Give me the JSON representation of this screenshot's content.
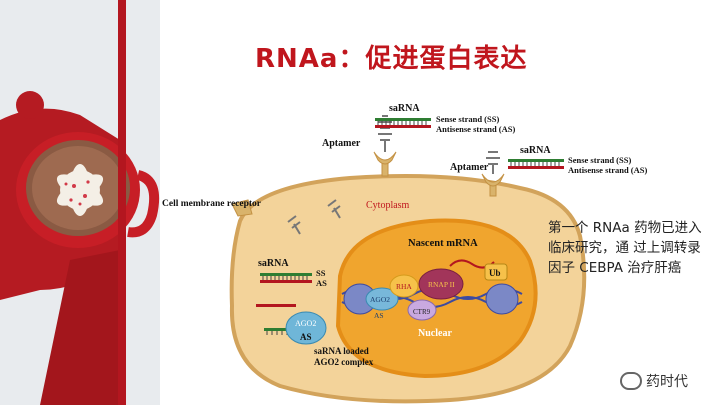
{
  "title": "RNAa：促进蛋白表达",
  "diagram": {
    "cell_membrane_receptor": "Cell membrane receptor",
    "aptamer": "Aptamer",
    "sarna": "saRNA",
    "sense_strand": "Sense strand (SS)",
    "antisense_strand": "Antisense strand (AS)",
    "cytoplasm": "Cytoplasm",
    "ss": "SS",
    "as": "AS",
    "ago2": "AGO2",
    "sarna_loaded_1": "saRNA loaded",
    "sarna_loaded_2": "AGO2 complex",
    "nascent_mrna": "Nascent mRNA",
    "rha": "RHA",
    "rnap": "RNAP II",
    "ub": "Ub",
    "ctr9": "CTR9",
    "nuclear": "Nuclear"
  },
  "description": "第一个 RNAa 药物已进入临床研究，通 过上调转录因子 CEBPA 治疗肝癌",
  "watermark": "药时代",
  "colors": {
    "title": "#c0161d",
    "cell": "#f3d39a",
    "nucleus": "#f0a52e",
    "accent": "#b3161f"
  }
}
